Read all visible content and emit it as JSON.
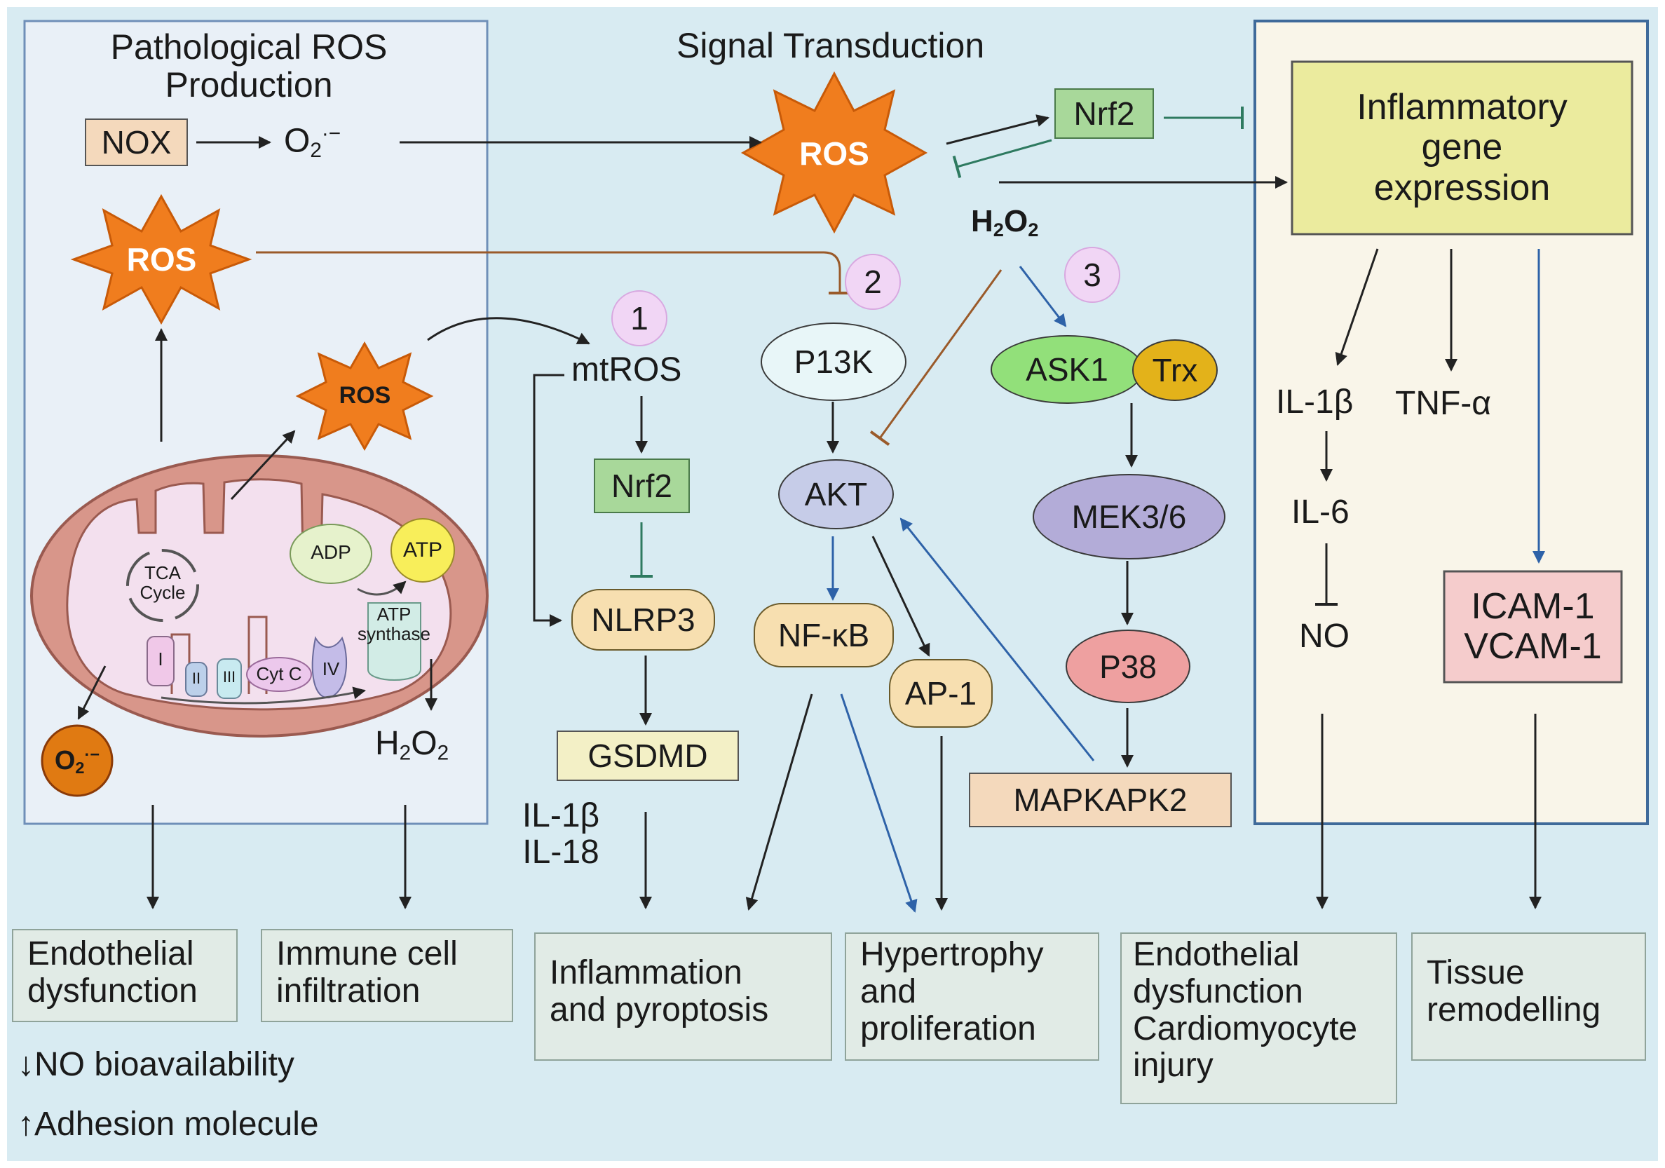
{
  "panels": {
    "left_title": "Pathological ROS\nProduction",
    "center_title": "Signal Transduction"
  },
  "left": {
    "nox": "NOX",
    "o2_base": "O",
    "o2_sub": "2",
    "o2_sup": "·−",
    "ros_top": "ROS",
    "ros_mito": "ROS",
    "tca": "TCA\nCycle",
    "adp": "ADP",
    "atp": "ATP",
    "atp_synthase": "ATP\nsynthase",
    "complex_1": "I",
    "complex_2": "II",
    "complex_3": "III",
    "cyt_c": "Cyt C",
    "complex_4": "IV",
    "o2_circle_base": "O",
    "o2_circle_sub": "2",
    "o2_circle_sup": "·−",
    "h2o2_base": "H",
    "h2o2_sub1": "2",
    "h2o2_mid": "O",
    "h2o2_sub2": "2"
  },
  "center": {
    "ros_main": "ROS",
    "nrf2_top": "Nrf2",
    "h2o2_base": "H",
    "h2o2_sub1": "2",
    "h2o2_mid": "O",
    "h2o2_sub2": "2",
    "num1": "1",
    "num2": "2",
    "num3": "3",
    "mtros": "mtROS",
    "nrf2": "Nrf2",
    "nlrp3": "NLRP3",
    "gsdmd": "GSDMD",
    "cytokines": "IL-1β\nIL-18",
    "p13k": "P13K",
    "akt": "AKT",
    "nfkb": "NF-κB",
    "ap1": "AP-1",
    "ask1": "ASK1",
    "trx": "Trx",
    "mek": "MEK3/6",
    "p38": "P38",
    "mapkapk2": "MAPKAPK2"
  },
  "right": {
    "inflammatory": "Inflammatory\ngene\nexpression",
    "il1b": "IL-1β",
    "tnfa": "TNF-α",
    "il6": "IL-6",
    "no": "NO",
    "icam": "ICAM-1\nVCAM-1"
  },
  "outcomes": {
    "endothelial": "Endothelial\ndysfunction",
    "immune": "Immune cell\ninfiltration",
    "inflammation": "Inflammation\nand pyroptosis",
    "hypertrophy": "Hypertrophy\nand\nproliferation",
    "endo_cardio": "Endothelial\ndysfunction\nCardiomyocyte\ninjury",
    "tissue": "Tissue\nremodelling"
  },
  "notes": {
    "no_bio": "↓NO bioavailability",
    "adhesion": "↑Adhesion molecule"
  },
  "colors": {
    "background": "#d8ebf2",
    "panel_left": "#e9f0f7",
    "panel_right": "#f9f5e9",
    "ros_fill": "#f07d1e",
    "nrf2_fill": "#a8d89a",
    "inflammatory_fill": "#ebeb9e",
    "icam_fill": "#f5cccc",
    "nox_fill": "#f4d9bc",
    "blue_arrow": "#2e62a8",
    "brown_inhibit": "#9a5a2a",
    "teal_inhibit": "#2e7a60"
  }
}
